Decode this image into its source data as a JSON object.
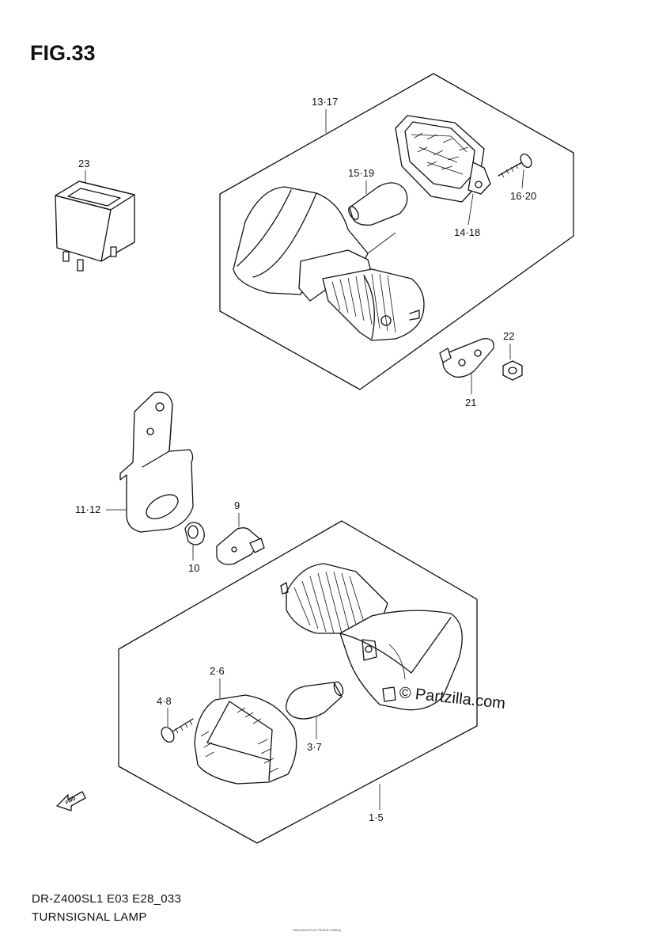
{
  "figure": {
    "title": "FIG.33",
    "model_code": "DR-Z400SL1 E03 E28_033",
    "part_name": "TURNSIGNAL LAMP",
    "copyright_note": "Reproduced from SUZUKI catalog",
    "watermark": "© Partzilla.com",
    "fwd_arrow_text": "FWD"
  },
  "labels": {
    "l13_17": "13·17",
    "l23": "23",
    "l15_19": "15·19",
    "l16_20": "16·20",
    "l14_18": "14·18",
    "l22": "22",
    "l21": "21",
    "l11_12": "11·12",
    "l9": "9",
    "l10": "10",
    "l2_6": "2·6",
    "l4_8": "4·8",
    "l3_7": "3·7",
    "l1_5": "1·5"
  }
}
